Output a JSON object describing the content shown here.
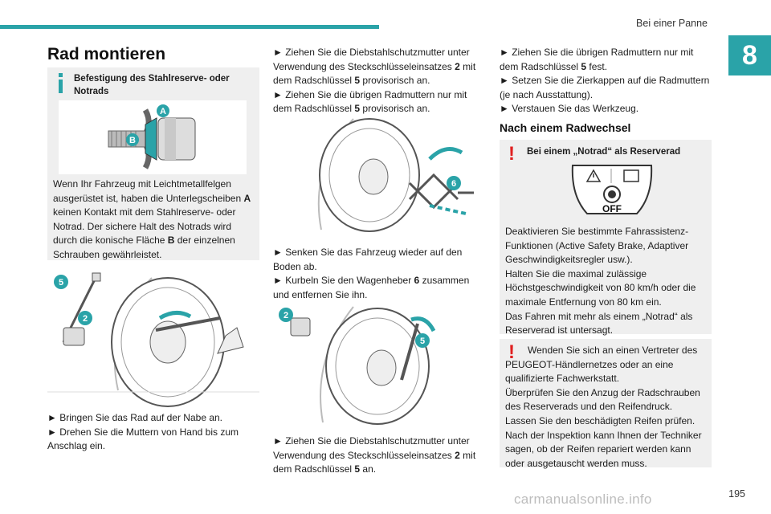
{
  "header": {
    "chapter_title": "Bei einer Panne",
    "chapter_number": "8"
  },
  "section_title": "Rad montieren",
  "info_box": {
    "title": "Befestigung des Stahlreserve- oder Notrads",
    "label_a": "A",
    "label_b": "B",
    "text_1": "Wenn Ihr Fahrzeug mit Leichtmetallfelgen ausgerüstet ist, haben die Unterlegscheiben ",
    "text_a": "A",
    "text_2": " keinen Kontakt mit dem Stahlreserve- oder Notrad. Der sichere Halt des Notrads wird durch die konische Fläche ",
    "text_b": "B",
    "text_3": " der einzelnen Schrauben gewährleistet."
  },
  "illustration_1": {
    "label_5": "5",
    "label_2": "2"
  },
  "col1_steps": [
    "► Bringen Sie das Rad auf der Nabe an.",
    "► Drehen Sie die Muttern von Hand bis zum Anschlag ein."
  ],
  "col2_steps_top": {
    "s1_a": "► Ziehen Sie die Diebstahlschutzmutter unter Verwendung des Steckschlüsseleinsatzes ",
    "s1_b": "2",
    "s1_c": " mit dem Radschlüssel ",
    "s1_d": "5",
    "s1_e": " provisorisch an.",
    "s2_a": "► Ziehen Sie die übrigen Radmuttern nur mit dem Radschlüssel ",
    "s2_b": "5",
    "s2_c": " provisorisch an."
  },
  "illustration_2": {
    "label_6": "6"
  },
  "col2_steps_mid": {
    "s1": "► Senken Sie das Fahrzeug wieder auf den Boden ab.",
    "s2_a": "► Kurbeln Sie den Wagenheber ",
    "s2_b": "6",
    "s2_c": " zusammen und entfernen Sie ihn."
  },
  "illustration_3": {
    "label_2": "2",
    "label_5": "5"
  },
  "col2_steps_bottom": {
    "s1_a": "► Ziehen Sie die Diebstahlschutzmutter unter Verwendung des Steckschlüsseleinsatzes ",
    "s1_b": "2",
    "s1_c": " mit dem Radschlüssel ",
    "s1_d": "5",
    "s1_e": " an."
  },
  "col3_steps": {
    "s1_a": "► Ziehen Sie die übrigen Radmuttern nur mit dem Radschlüssel ",
    "s1_b": "5",
    "s1_c": " fest.",
    "s2": "► Setzen Sie die Zierkappen auf die Radmuttern (je nach Ausstattung).",
    "s3": "► Verstauen Sie das Werkzeug."
  },
  "subsection_title": "Nach einem Radwechsel",
  "warning_box_1": {
    "title": "Bei einem „Notrad“ als Reserverad",
    "button_off_label": "OFF",
    "text": "Deaktivieren Sie bestimmte Fahrassistenz-Funktionen (Active Safety Brake, Adaptiver Geschwindigkeitsregler usw.).\nHalten Sie die maximal zulässige Höchstgeschwindigkeit von 80 km/h oder die maximale Entfernung von 80 km ein.\nDas Fahren mit mehr als einem „Notrad“ als Reserverad ist untersagt."
  },
  "warning_box_2": {
    "text": "Wenden Sie sich an einen Vertreter des PEUGEOT-Händlernetzes oder an eine qualifizierte Fachwerkstatt.\nÜberprüfen Sie den Anzug der Radschrauben des Reserverads und den Reifendruck.\nLassen Sie den beschädigten Reifen prüfen.\nNach der Inspektion kann Ihnen der Techniker sagen, ob der Reifen repariert werden kann oder ausgetauscht werden muss."
  },
  "footer": {
    "page_number": "195",
    "watermark": "carmanualsonline.info"
  },
  "colors": {
    "accent": "#2aa3a8",
    "warning": "#e02020",
    "box_bg": "#efefef"
  }
}
